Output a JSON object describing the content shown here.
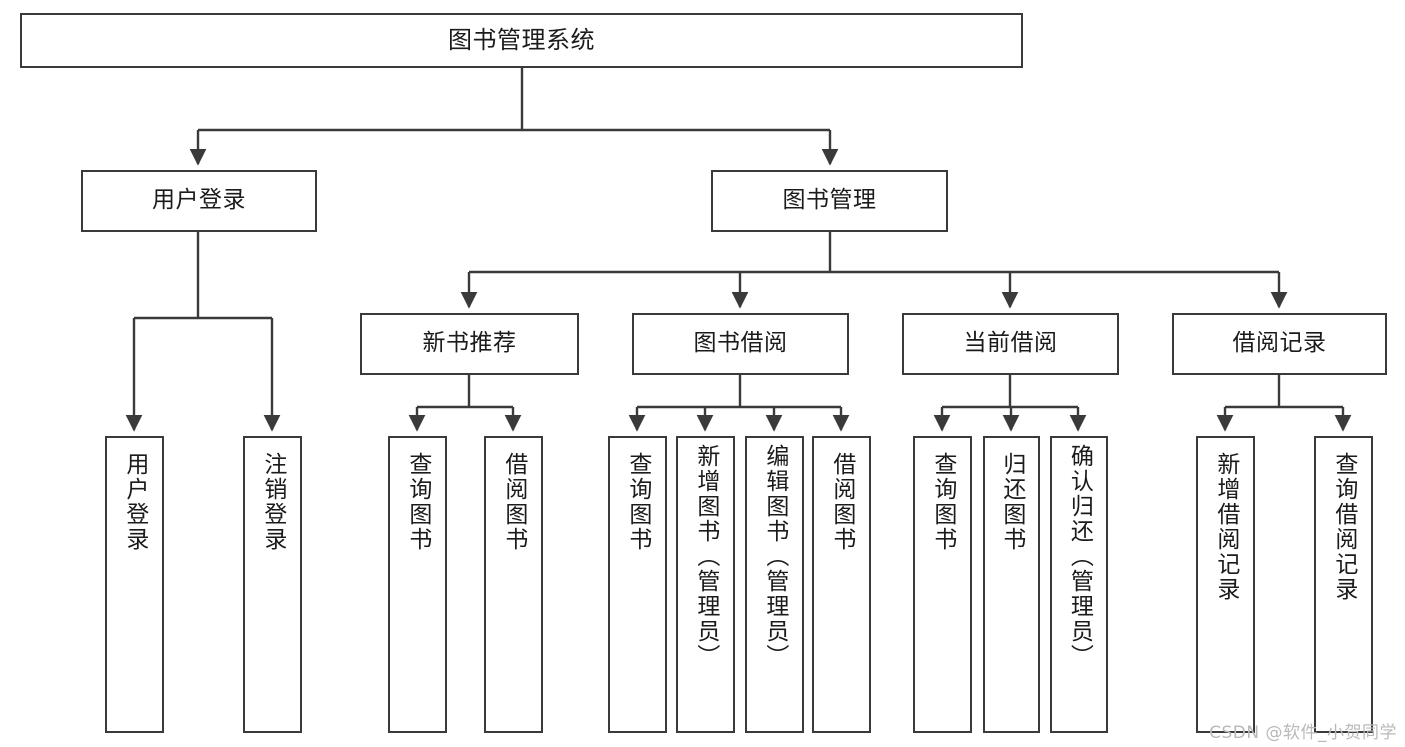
{
  "diagram": {
    "title": "图书管理系统",
    "type": "功能结构图",
    "root": {
      "label": "图书管理系统"
    },
    "level2": [
      {
        "label": "用户登录"
      },
      {
        "label": "图书管理"
      }
    ],
    "level3": [
      {
        "label": "新书推荐"
      },
      {
        "label": "图书借阅"
      },
      {
        "label": "当前借阅"
      },
      {
        "label": "借阅记录"
      }
    ],
    "leaves": {
      "user_login": [
        {
          "label": "用户登录"
        },
        {
          "label": "注销登录"
        }
      ],
      "new_book": [
        {
          "label": "查询图书"
        },
        {
          "label": "借阅图书"
        }
      ],
      "book_borrow": [
        {
          "label": "查询图书"
        },
        {
          "label": "新增图书（管理员）"
        },
        {
          "label": "编辑图书（管理员）"
        },
        {
          "label": "借阅图书"
        }
      ],
      "current_borrow": [
        {
          "label": "查询图书"
        },
        {
          "label": "归还图书"
        },
        {
          "label": "确认归还（管理员）"
        }
      ],
      "borrow_record": [
        {
          "label": "新增借阅记录"
        },
        {
          "label": "查询借阅记录"
        }
      ]
    }
  },
  "watermark": {
    "text": "CSDN @软件_小贺同学"
  },
  "colors": {
    "stroke": "#3a3a3a",
    "fill": "#ffffff",
    "text": "#1b1b1b",
    "watermark": "#b9b9b9"
  }
}
